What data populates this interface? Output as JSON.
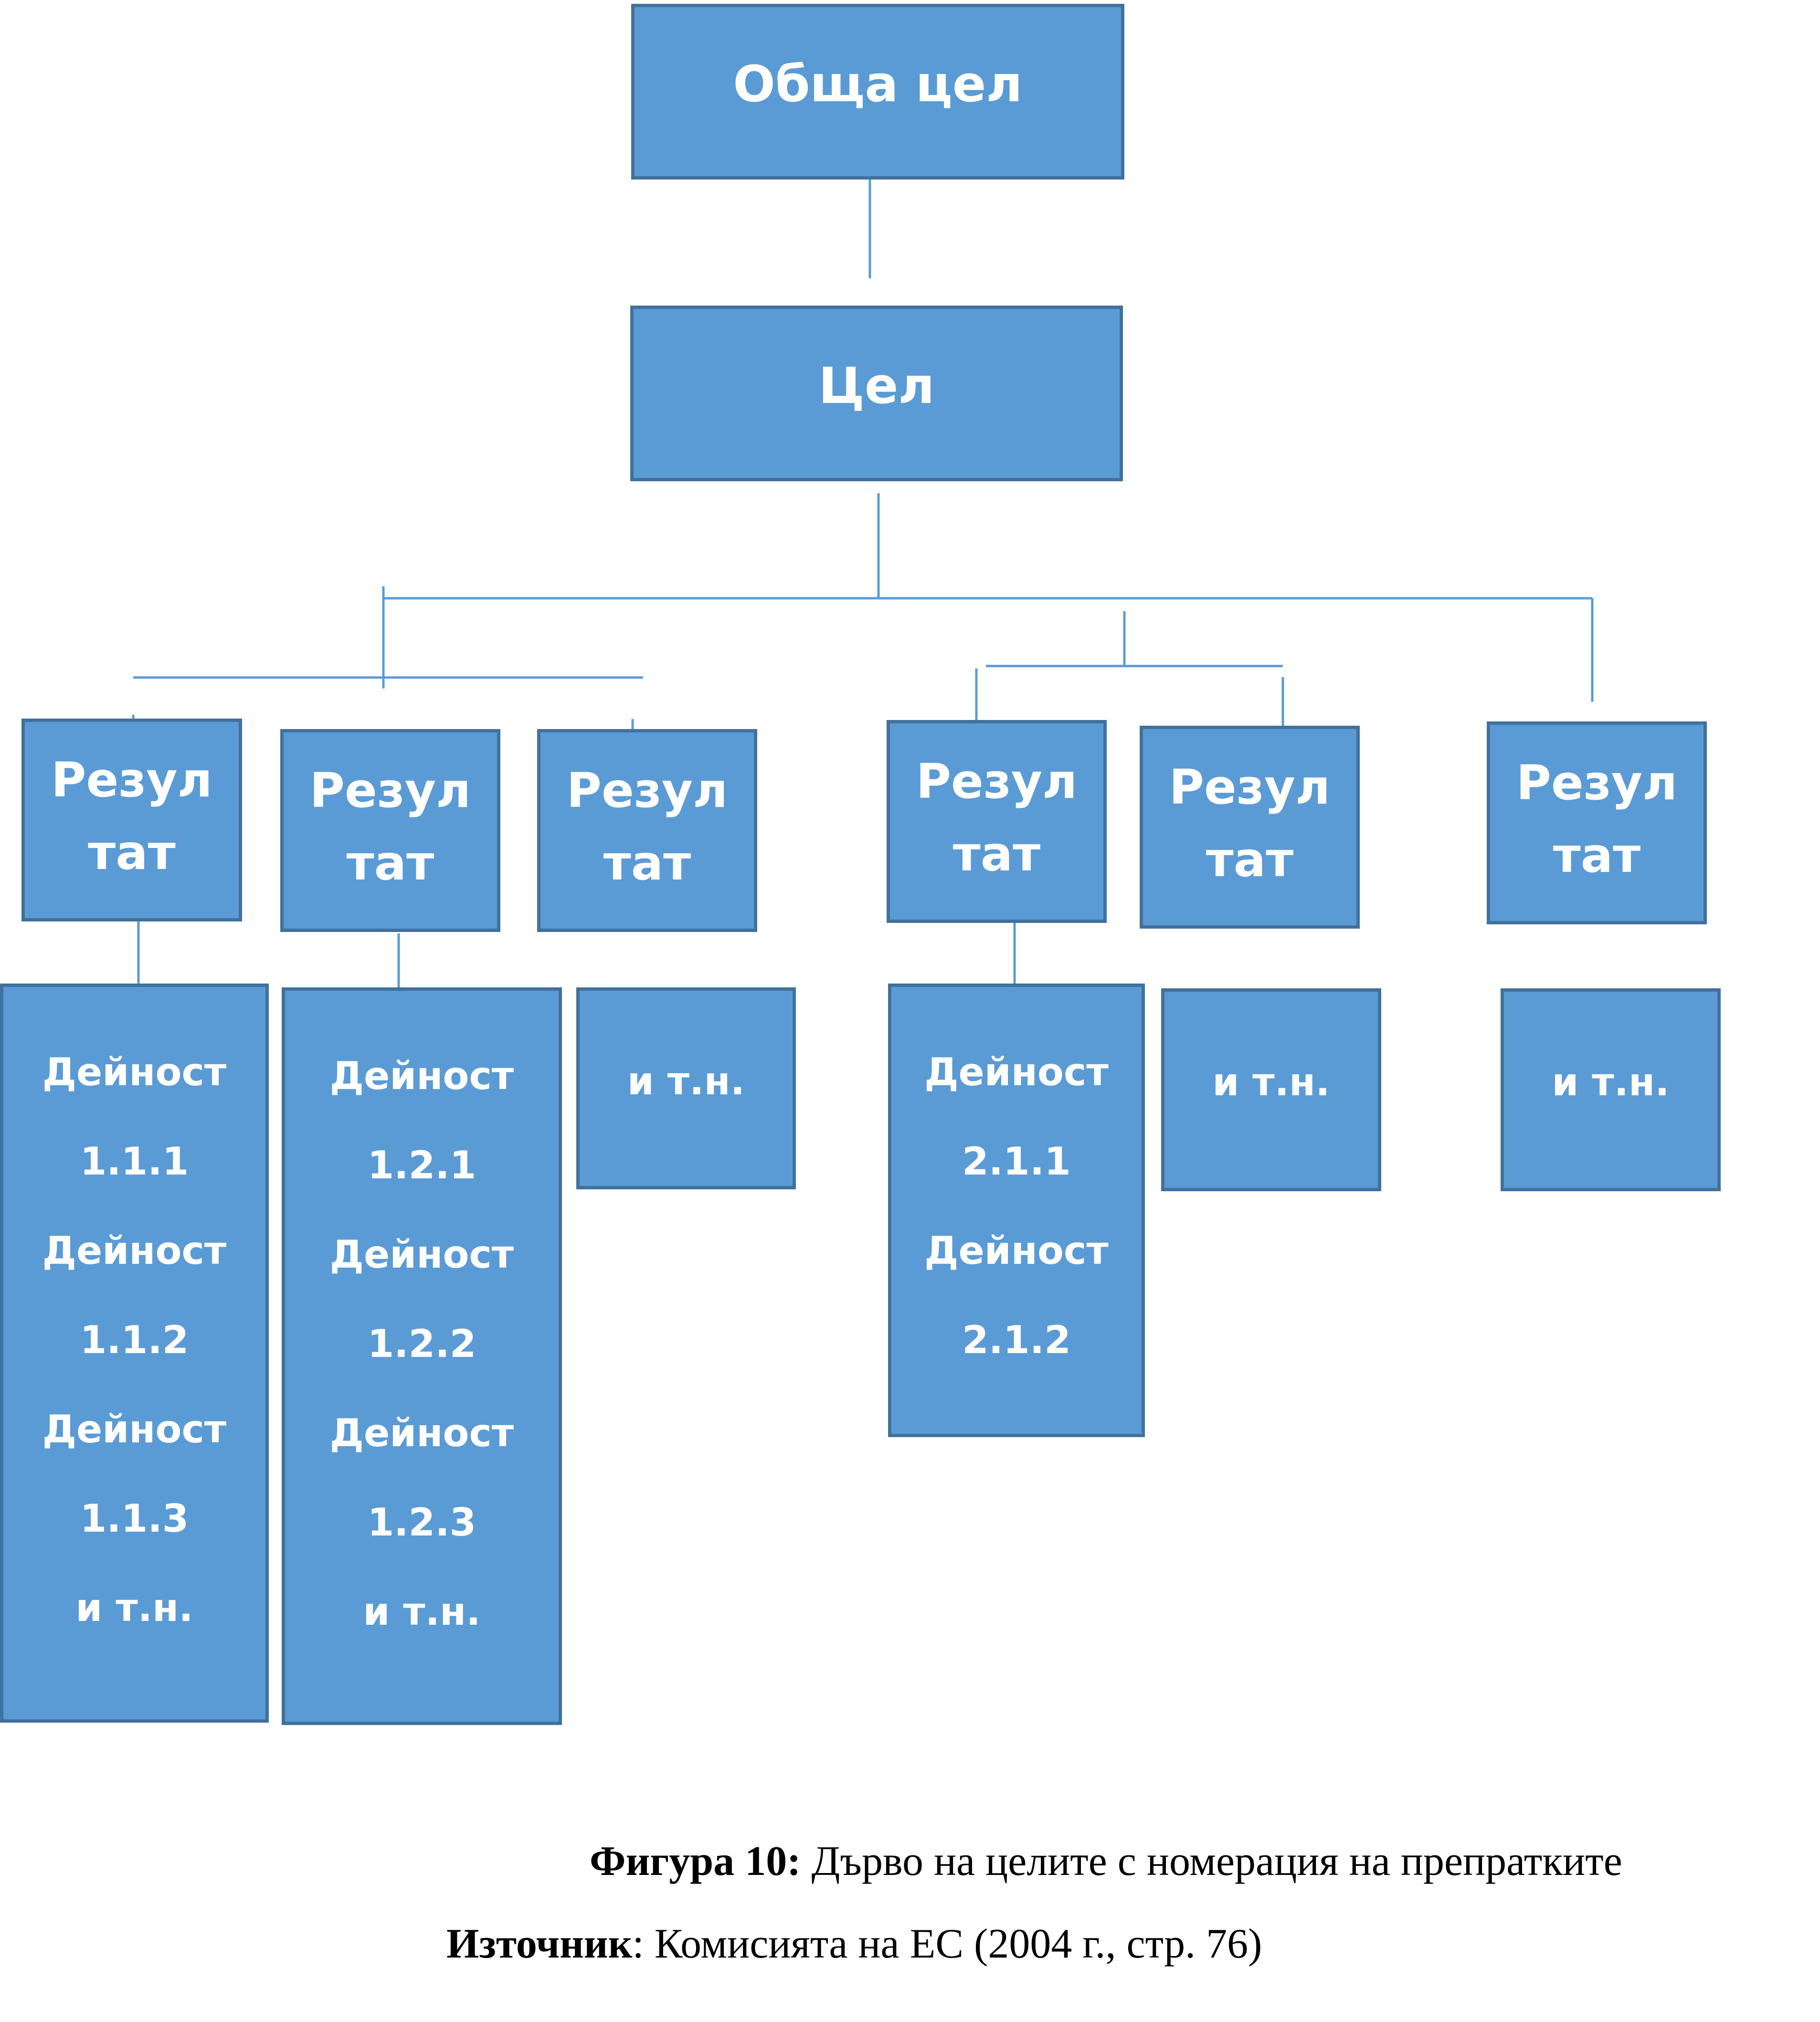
{
  "colors": {
    "box_fill": "#5b9bd5",
    "box_border": "#41719c",
    "box_text": "#ffffff",
    "connector": "#5b9bd5"
  },
  "diagram": {
    "overall_goal": "Обща цел",
    "goal": "Цел",
    "results": [
      "Резул\nтат",
      "Резул\nтат",
      "Резул\nтат",
      "Резул\nтат",
      "Резул\nтат",
      "Резул\nтат"
    ],
    "activities": [
      "Дейност\n1.1.1\nДейност\n1.1.2\nДейност\n1.1.3\nи т.н.",
      "Дейност\n1.2.1\nДейност\n1.2.2\nДейност\n1.2.3\nи т.н.",
      "и т.н.",
      "Дейност\n2.1.1\nДейност\n2.1.2",
      "и т.н.",
      "и т.н."
    ]
  },
  "caption": {
    "figure_label": "Фигура 10:",
    "figure_text": " Дърво на целите с номерация на препратките",
    "source_label": "Източник",
    "source_text": ": Комисията на ЕС (2004 г., стр. 76)"
  }
}
